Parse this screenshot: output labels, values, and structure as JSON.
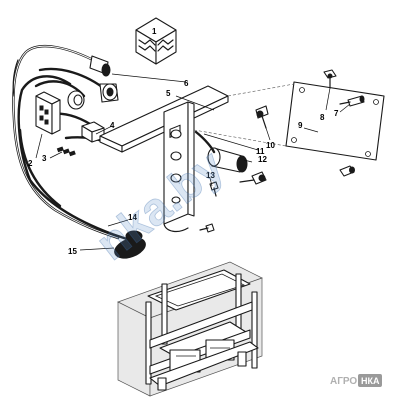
{
  "callouts": {
    "c1": "1",
    "c2": "2",
    "c3": "3",
    "c4": "4",
    "c5": "5",
    "c6": "6",
    "c7": "7",
    "c8": "8",
    "c9": "9",
    "c10": "10",
    "c11": "11",
    "c12": "12",
    "c13": "13",
    "c14": "14",
    "c15": "15"
  },
  "watermark": {
    "text": "nka.by"
  },
  "logo": {
    "word": "АГРО",
    "badge": "НКА"
  },
  "colors": {
    "line": "#1a1a1a",
    "watermark": "#5a8cc8",
    "logo_badge": "#9a9a9a"
  }
}
